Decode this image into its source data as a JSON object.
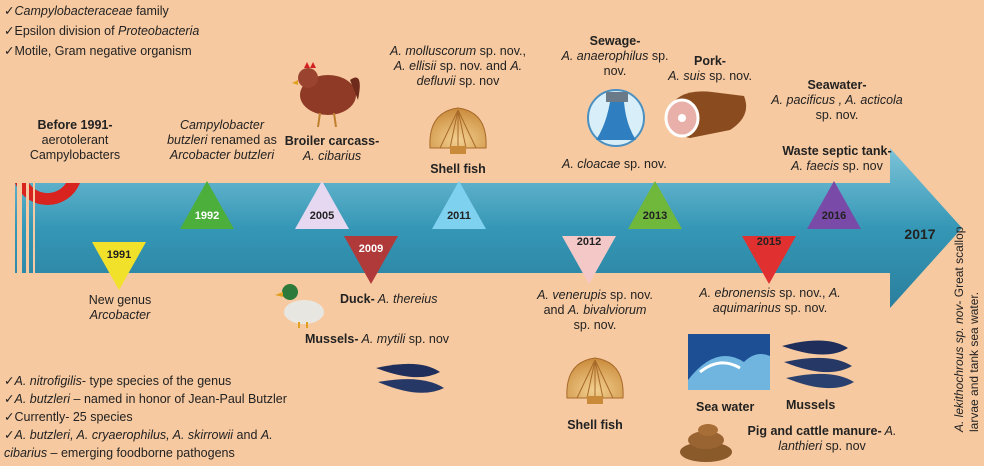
{
  "top_facts": [
    {
      "check": "✓",
      "em": "Campylobacteraceae",
      "rest": " family"
    },
    {
      "check": "✓",
      "pre": "Epsilon division of ",
      "em": "Proteobacteria"
    },
    {
      "check": "✓",
      "pre": "Motile, Gram negative organism"
    }
  ],
  "bottom_facts": [
    {
      "check": "✓",
      "em": "A. nitrofigilis",
      "rest": "- type species of the genus"
    },
    {
      "check": "✓",
      "em": "A. butzleri",
      "rest": " – named in honor of  Jean-Paul Butzler"
    },
    {
      "check": "✓",
      "pre": "Currently- 25 species"
    },
    {
      "check": "✓",
      "em": "A. butzleri, A. cryaerophilus, A. skirrowii",
      "rest": " and ",
      "em2": "A."
    },
    {
      "em": "cibarius",
      "rest": " – emerging foodborne pathogens"
    }
  ],
  "events": {
    "before1991": {
      "title": "Before 1991-",
      "l2": "aerotolerant",
      "l3": "Campylobacters"
    },
    "e1992": {
      "l1": "Campylobacter",
      "l2": "butzleri",
      "l2b": " renamed as",
      "l3": "Arcobacter butzleri"
    },
    "e1991": {
      "l1": "New genus",
      "l2": "Arcobacter"
    },
    "e2005": {
      "l1": "Broiler carcass-",
      "l2": "A. cibarius"
    },
    "e2009": {
      "duck_b": "Duck-",
      "duck_i": " A. thereius",
      "mus_b": "Mussels-",
      "mus_i": " A. mytili",
      "mus_r": " sp. nov"
    },
    "e2011": {
      "l1a": "A. molluscorum",
      "l1b": " sp. nov.,",
      "l2a": "A. ellisii",
      "l2b": " sp. nov. and ",
      "l2c": "A.",
      "l3a": "defluvii",
      "l3b": " sp. nov",
      "caption": "Shell fish"
    },
    "e2013": {
      "sew_b": "Sewage-",
      "sew_i": "A. anaerophilus",
      "sew_r": " sp.",
      "sew_r2": "nov.",
      "pork_b": "Pork-",
      "pork_i": "A. suis",
      "pork_r": " sp. nov.",
      "cloacae_i": "A. cloacae",
      "cloacae_r": " sp. nov."
    },
    "e2012": {
      "l1a": "A. venerupis",
      "l1b": " sp. nov.",
      "l2a": "and ",
      "l2b": "A. bivalviorum",
      "l3": "sp. nov.",
      "caption": "Shell fish"
    },
    "e2015": {
      "l1a": "A. ebronensis",
      "l1b": " sp. nov., ",
      "l1c": "A.",
      "l2a": "aquimarinus",
      "l2b": " sp. nov.",
      "sea": "Sea water",
      "mussels": "Mussels",
      "pig_b": "Pig and cattle manure-",
      "pig_i": " A.",
      "l3a": "lanthieri",
      "l3b": " sp. nov"
    },
    "e2016": {
      "sea_b": "Seawater-",
      "sea_i": "A. pacificus , A. acticola",
      "sea_r": "sp. nov.",
      "waste_b": "Waste septic tank-",
      "waste_i": "A. faecis",
      "waste_r": " sp. nov"
    },
    "e2017": {
      "v1a": "A. lekithochrous",
      "v1b": " sp. nov",
      "v1c": "- Great scallop",
      "v2": "larvae and tank sea water."
    }
  },
  "years": [
    "1991",
    "1992",
    "2005",
    "2009",
    "2011",
    "2012",
    "2013",
    "2015",
    "2016",
    "2017"
  ],
  "colors": {
    "background": "#f7c9a0",
    "arrow": "#3a9bb8",
    "y1991": "#f2e12a",
    "y1992": "#4caf3c",
    "y2005": "#e6d8f0",
    "y2009": "#b03a3a",
    "y2011": "#7fd1f0",
    "y2012": "#f5c8c8",
    "y2013": "#6fb83c",
    "y2015": "#e03030",
    "y2016": "#7a4aa8"
  },
  "icons": [
    "hen-icon",
    "scallop-shell-icon",
    "sewage-pipe-icon",
    "ham-icon",
    "duck-icon",
    "mussel-icon",
    "wave-icon",
    "manure-icon"
  ]
}
